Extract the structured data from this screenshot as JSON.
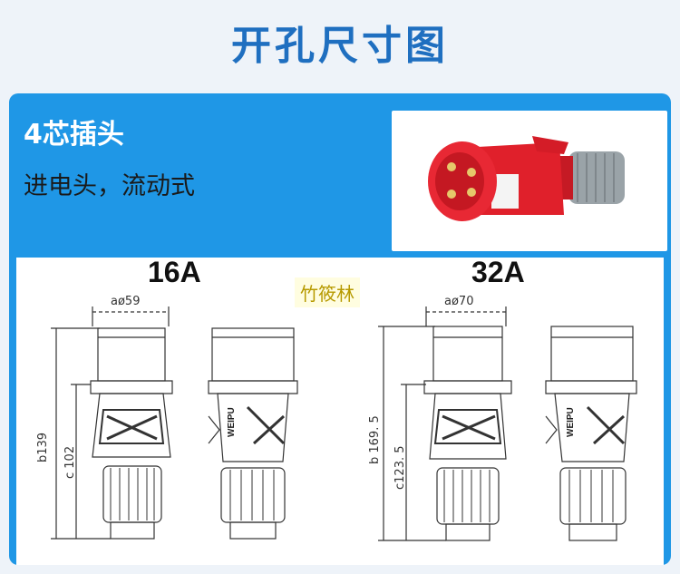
{
  "title": "开孔尺寸图",
  "product": {
    "name": "4芯插头",
    "description": "进电头，流动式"
  },
  "watermark": "竹筱林",
  "brand_mark": "WEIPU",
  "variants": [
    {
      "rating": "16A",
      "dim_a": "aø59",
      "dim_b": "b139",
      "dim_c": "c 102"
    },
    {
      "rating": "32A",
      "dim_a": "aø70",
      "dim_b": "b 169. 5",
      "dim_c": "c123. 5"
    }
  ],
  "colors": {
    "title": "#1f6fc0",
    "panel": "#1f97e6",
    "plug_red": "#e0202b",
    "plug_gland": "#9aa3a8"
  }
}
